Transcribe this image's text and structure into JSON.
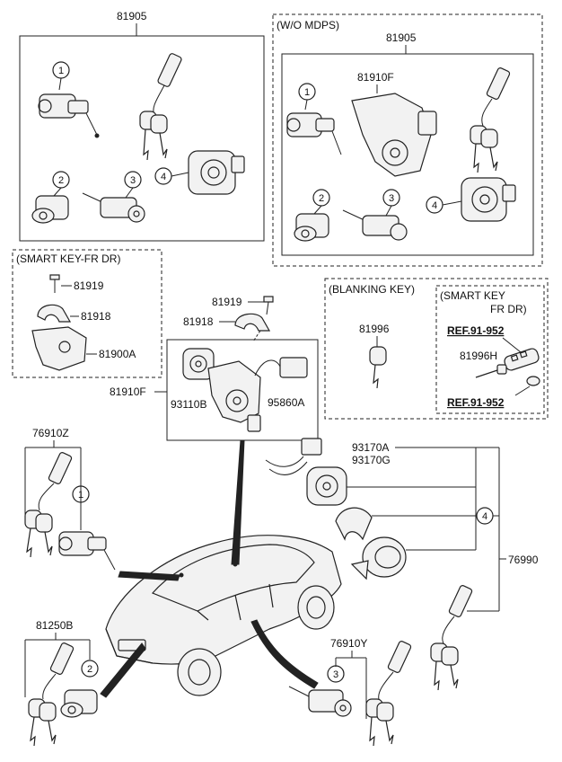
{
  "labels": {
    "kit_top": "81905",
    "wo_mdps_header": "(W/O MDPS)",
    "kit_mdps": "81905",
    "lock_mdps": "81910F",
    "smart_fr_header": "(SMART KEY-FR DR)",
    "bolt_a": "81919",
    "bracket_a": "81918",
    "housing_a": "81900A",
    "bolt_b": "81919",
    "bracket_b": "81918",
    "lock_assy": "81910F",
    "cylinder": "93110B",
    "harness": "95860A",
    "blanking_header": "(BLANKING KEY)",
    "blank_key": "81996",
    "smart_key_header_1": "(SMART KEY",
    "smart_key_header_2": "FR DR)",
    "ref_top": "REF.91-952",
    "smart_blank": "81996H",
    "ref_bottom": "REF.91-952",
    "door_set": "76910Z",
    "switch_a": "93170A",
    "switch_g": "93170G",
    "ign_set": "76990",
    "trunk_set": "81250B",
    "door_set_rh": "76910Y"
  },
  "callouts": [
    "1",
    "2",
    "3",
    "4"
  ]
}
